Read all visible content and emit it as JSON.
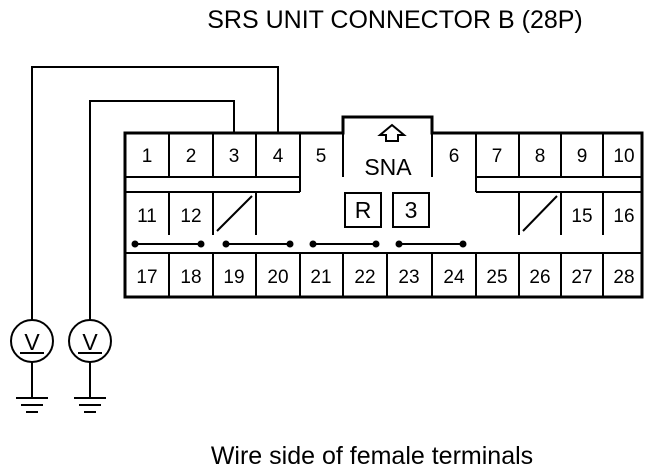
{
  "title": "SRS UNIT CONNECTOR B (28P)",
  "caption": "Wire side of female terminals",
  "center_label": "SNA",
  "center_boxes": [
    "R",
    "3"
  ],
  "row1_pins": [
    "1",
    "2",
    "3",
    "4",
    "5",
    "6",
    "7",
    "8",
    "9",
    "10"
  ],
  "row2_pins": [
    "11",
    "12",
    "15",
    "16"
  ],
  "row3_pins": [
    "17",
    "18",
    "19",
    "20",
    "21",
    "22",
    "23",
    "24",
    "25",
    "26",
    "27",
    "28"
  ],
  "shorted_pairs": [
    [
      "17",
      "18"
    ],
    [
      "19",
      "20"
    ],
    [
      "21",
      "22"
    ],
    [
      "23",
      "24"
    ]
  ],
  "voltmeters": [
    {
      "symbol": "V",
      "probe_pin": "4"
    },
    {
      "symbol": "V",
      "probe_pin": "3"
    }
  ]
}
